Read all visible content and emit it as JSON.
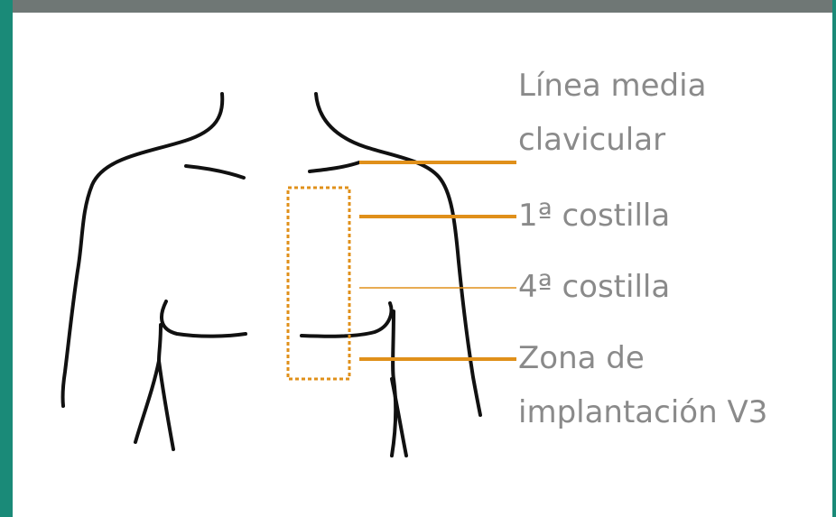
{
  "labels": {
    "linea_media_1": "Línea media",
    "linea_media_2": "clavicular",
    "primera_costilla": "1ª costilla",
    "cuarta_costilla": "4ª costilla",
    "zona_1": "Zona de",
    "zona_2": "implantación V3"
  },
  "colors": {
    "frame": "#1a8a78",
    "top_bar": "#6f7775",
    "panel": "#ffffff",
    "leader_line": "#e0901a",
    "zone_outline": "#e0901a",
    "body_outline": "#111111",
    "label_text": "#8a8a8a"
  }
}
